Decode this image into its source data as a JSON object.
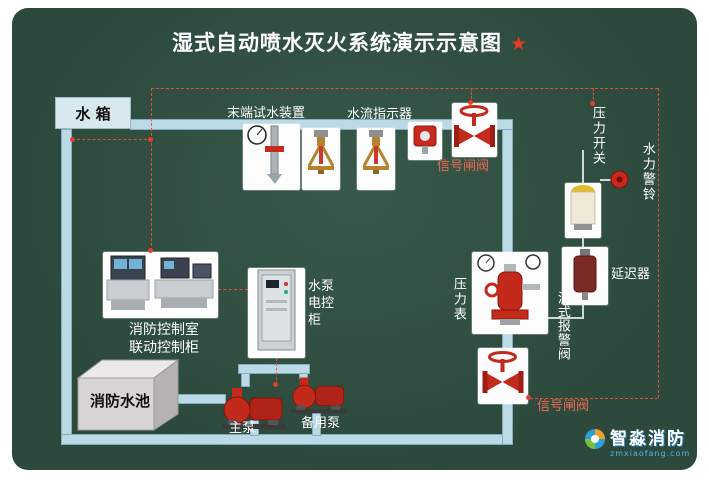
{
  "title": {
    "text": "湿式自动喷水灭火系统演示示意图",
    "star": "★"
  },
  "labels": {
    "water_tank": "水 箱",
    "end_test_device": "末端试水装置",
    "flow_indicator": "水流指示器",
    "signal_valve_top": "信号闸阀",
    "pressure_switch": "压力开关",
    "hydraulic_alarm_bell": "水力警铃",
    "retarder": "延迟器",
    "pressure_gauge": "压力表",
    "wet_alarm_valve": "湿式报警阀",
    "signal_valve_bottom": "信号闸阀",
    "control_room": "消防控制室\n联动控制柜",
    "pump_control_cabinet": "水泵\n电控\n柜",
    "fire_water_pool": "消防水池",
    "main_pump": "主泵",
    "backup_pump": "备用泵"
  },
  "watermark": {
    "brand": "智淼消防",
    "site": "zmxiaofang.com"
  },
  "colors": {
    "background": "#2c493b",
    "pipe": "#bcd9e6",
    "dashed_wire": "#e2503e",
    "valve_red": "#c22a1c",
    "label_white": "#ffffff",
    "label_red": "#f06a52",
    "title_star": "#e8392b"
  }
}
